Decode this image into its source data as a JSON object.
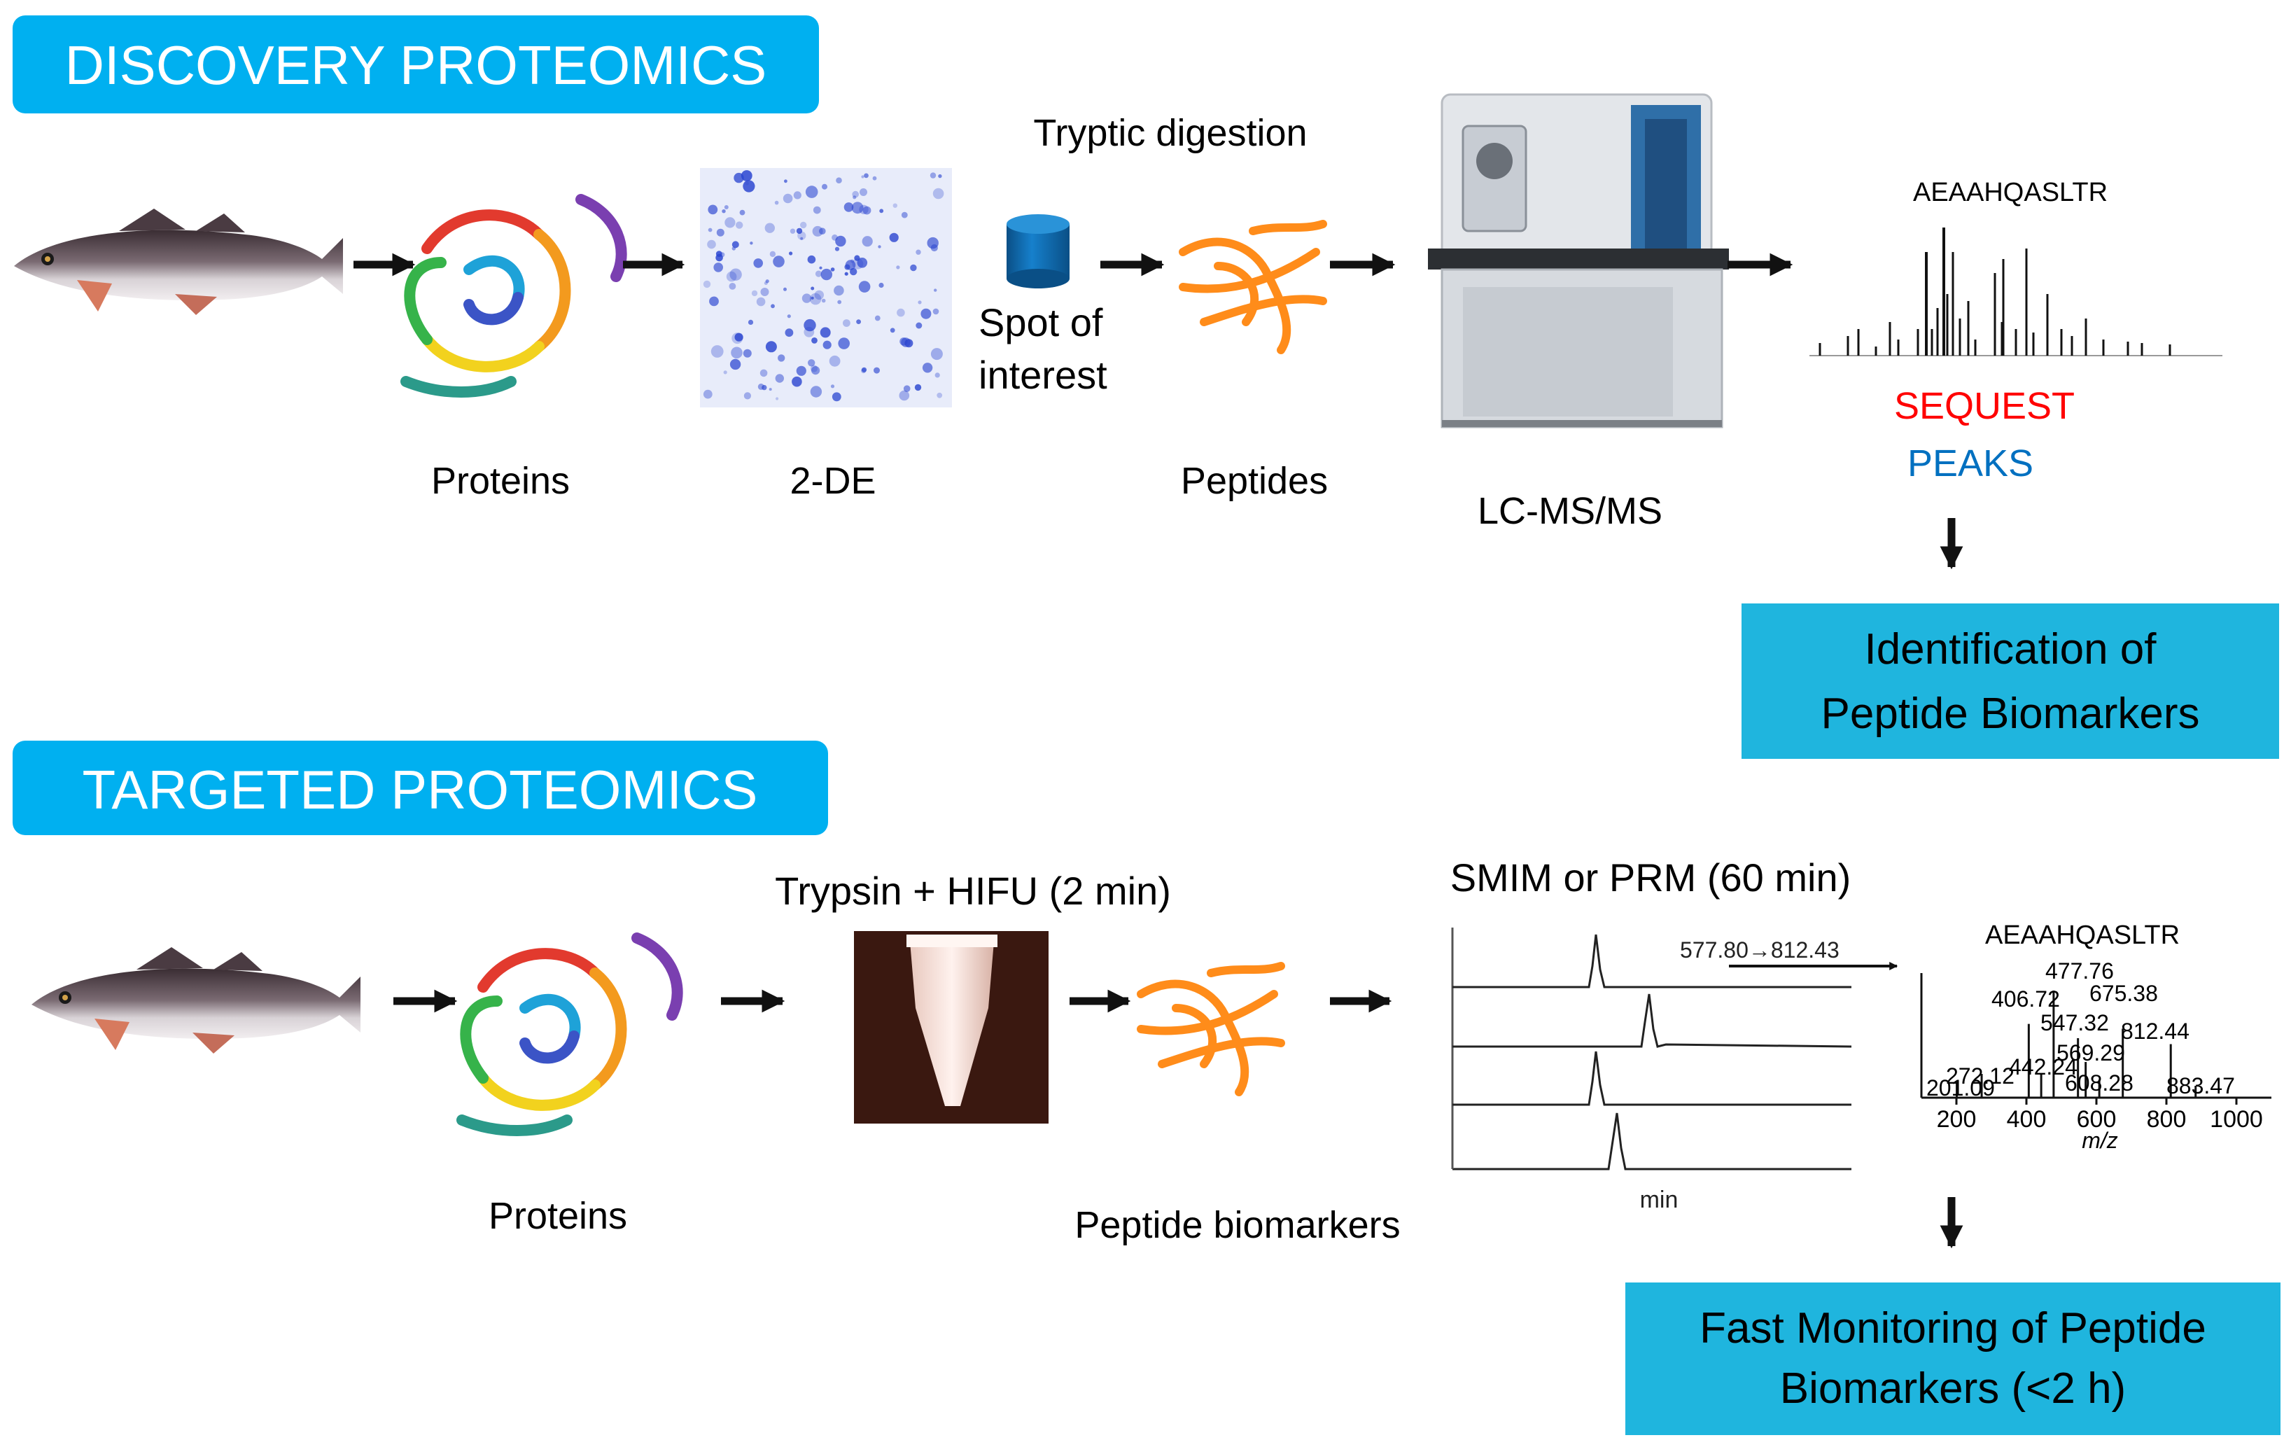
{
  "discovery": {
    "header": "DISCOVERY PROTEOMICS",
    "step_label_digestion": "Tryptic digestion",
    "spot_line1": "Spot of",
    "spot_line2": "interest",
    "label_proteins": "Proteins",
    "label_2de": "2-DE",
    "label_peptides": "Peptides",
    "label_lcmsms": "LC-MS/MS",
    "sequence": "AEAAHQASLTR",
    "software_1": "SEQUEST",
    "software_2": "PEAKS",
    "result_line1": "Identification of",
    "result_line2": "Peptide Biomarkers"
  },
  "targeted": {
    "header": "TARGETED PROTEOMICS",
    "step_label_trypsin": "Trypsin + HIFU (2 min)",
    "step_label_smim": "SMIM or PRM (60 min)",
    "label_proteins": "Proteins",
    "label_peptide_biomarkers": "Peptide biomarkers",
    "transition": "577.80→812.43",
    "xic_axis_label": "min",
    "sequence": "AEAAHQASLTR",
    "ms2_axis_label": "m/z",
    "ms2_ticks": [
      "200",
      "400",
      "600",
      "800",
      "1000"
    ],
    "ms2_peak_labels": [
      "477.76",
      "406.72",
      "675.38",
      "547.32",
      "812.44",
      "569.29",
      "272.12",
      "442.24",
      "201.09",
      "608.28",
      "883.47"
    ],
    "result_line1": "Fast Monitoring of Peptide",
    "result_line2": "Biomarkers (<2 h)"
  },
  "colors": {
    "header_bg": "#00B0F0",
    "result_bg": "#1FB5DE",
    "sequest": "#FF0000",
    "peaks": "#0070C0",
    "peptide_orange": "#FF8C1A",
    "spot_cylinder": "#0D6BAE"
  }
}
